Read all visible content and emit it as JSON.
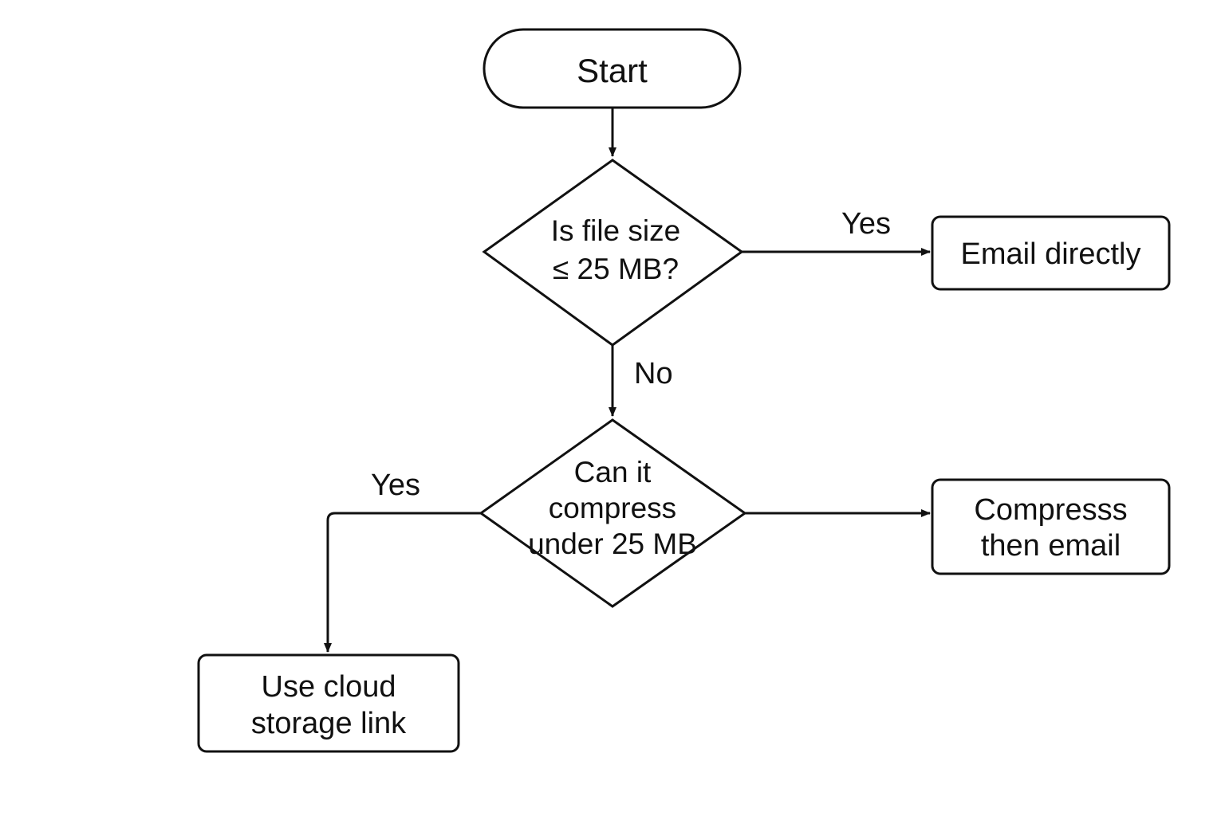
{
  "colors": {
    "stroke": "#111111",
    "background": "#ffffff",
    "text": "#111111"
  },
  "nodes": {
    "start": {
      "text": "Start"
    },
    "decision_size": {
      "text": "Is file size\n≤ 25 MB?"
    },
    "email_directly": {
      "text": "Email directly"
    },
    "decision_compress": {
      "text": "Can it\ncompress\nunder 25 MB"
    },
    "compress_then_email": {
      "text": "Compresss\nthen email"
    },
    "cloud_link": {
      "text": "Use cloud\nstorage link"
    }
  },
  "edges": {
    "size_yes": "Yes",
    "size_no": "No",
    "compress_yes": "Yes"
  }
}
